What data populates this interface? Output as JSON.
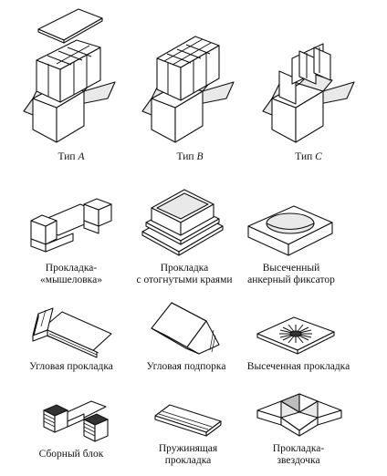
{
  "box_types": [
    {
      "label": "Тип",
      "letter": "A"
    },
    {
      "label": "Тип",
      "letter": "B"
    },
    {
      "label": "Тип",
      "letter": "C"
    }
  ],
  "inserts": [
    {
      "line1": "Прокладка-",
      "line2": "«мышеловка»"
    },
    {
      "line1": "Прокладка",
      "line2": "с отогнутыми краями"
    },
    {
      "line1": "Высеченный",
      "line2": "анкерный фиксатор"
    },
    {
      "line1": "Угловая прокладка",
      "line2": ""
    },
    {
      "line1": "Угловая подпорка",
      "line2": ""
    },
    {
      "line1": "Высеченная прокладка",
      "line2": ""
    },
    {
      "line1": "Сборный блок",
      "line2": ""
    },
    {
      "line1": "Пружинящая",
      "line2": "прокладка"
    },
    {
      "line1": "Прокладка-",
      "line2": "звездочка"
    }
  ]
}
